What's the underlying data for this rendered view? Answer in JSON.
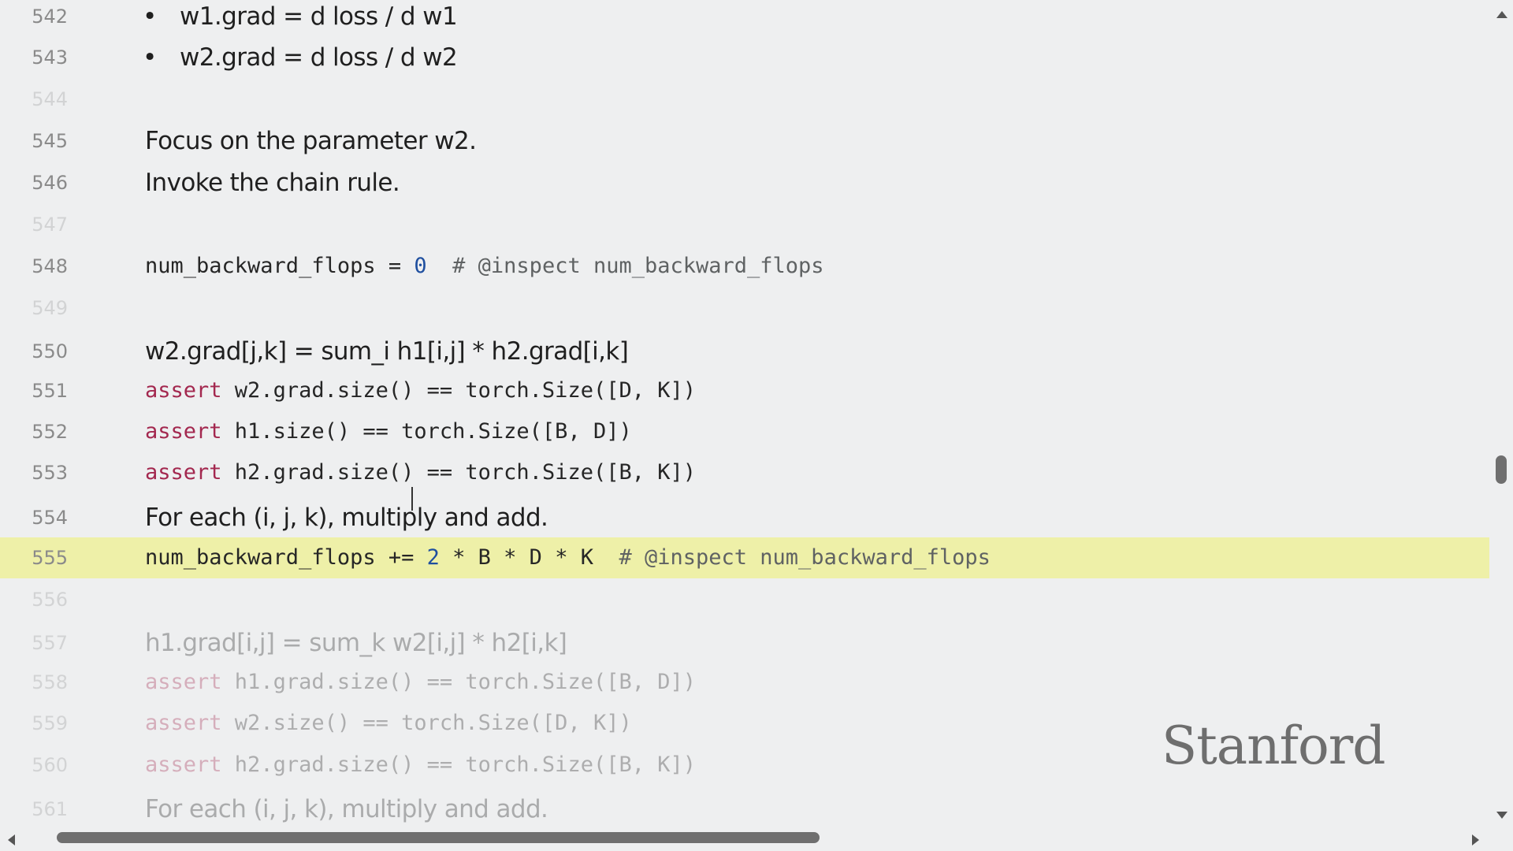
{
  "editor": {
    "lines": [
      {
        "num": "542",
        "bullet": "•",
        "text": "w1.grad = d loss / d w1"
      },
      {
        "num": "543",
        "bullet": "•",
        "text": "w2.grad = d loss / d w2"
      },
      {
        "num": "544"
      },
      {
        "num": "545",
        "text": "Focus on the parameter w2."
      },
      {
        "num": "546",
        "text": "Invoke the chain rule."
      },
      {
        "num": "547"
      },
      {
        "num": "548",
        "code": "num_backward_flops = ",
        "value": "0",
        "comment": "  # @inspect num_backward_flops"
      },
      {
        "num": "549"
      },
      {
        "num": "550",
        "text": "w2.grad[j,k] = sum_i h1[i,j] * h2.grad[i,k]"
      },
      {
        "num": "551",
        "keyword": "assert",
        "code": " w2.grad.size() == torch.Size([D, K])"
      },
      {
        "num": "552",
        "keyword": "assert",
        "code": " h1.size() == torch.Size([B, D])"
      },
      {
        "num": "553",
        "keyword": "assert",
        "code_before_cursor": " h2.grad.size()",
        "code_after_cursor": " == torch.Size([B, K])"
      },
      {
        "num": "554",
        "text": "For each (i, j, k), multiply and add."
      },
      {
        "num": "555",
        "code": "num_backward_flops += ",
        "value": "2",
        "code_rest": " * B * D * K",
        "comment": "  # @inspect num_backward_flops"
      },
      {
        "num": "556"
      },
      {
        "num": "557",
        "text": "h1.grad[i,j] = sum_k w2[i,j] * h2[i,k]"
      },
      {
        "num": "558",
        "keyword": "assert",
        "code": " h1.grad.size() == torch.Size([B, D])"
      },
      {
        "num": "559",
        "keyword": "assert",
        "code": " w2.size() == torch.Size([D, K])"
      },
      {
        "num": "560",
        "keyword": "assert",
        "code": " h2.grad.size() == torch.Size([B, K])"
      },
      {
        "num": "561",
        "text": "For each (i, j, k), multiply and add."
      }
    ]
  },
  "watermark": {
    "text": "Stanford"
  },
  "colors": {
    "background": "#eeeff0",
    "highlight": "#eef0a8",
    "keyword": "#a3284f",
    "number": "#1f4f9f",
    "comment": "#5f6263"
  }
}
